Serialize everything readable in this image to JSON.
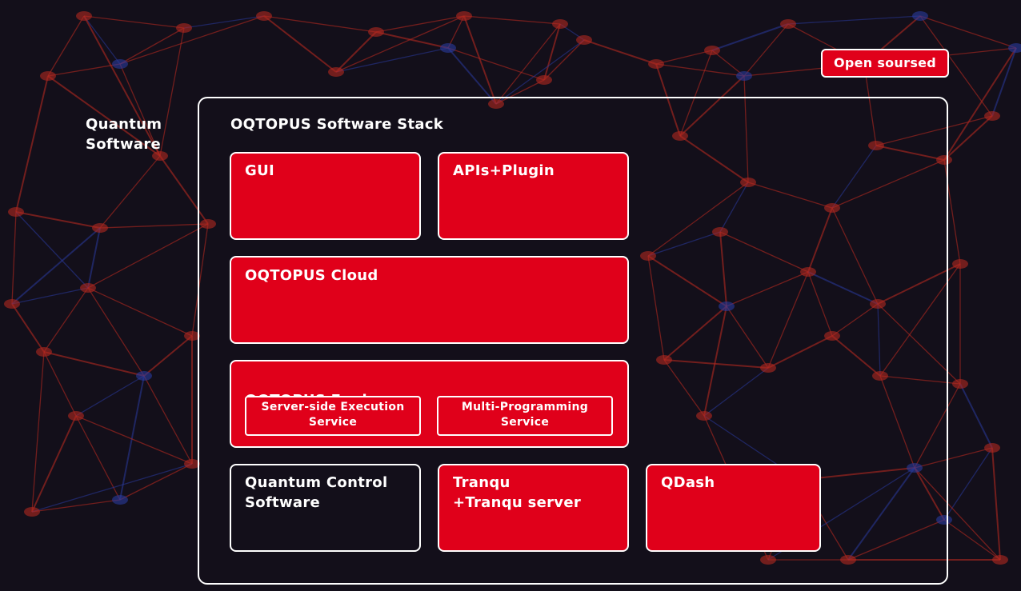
{
  "side_label": "Quantum\nSoftware",
  "badge": "Open soursed",
  "stack": {
    "title": "OQTOPUS Software Stack",
    "gui": "GUI",
    "apis": "APIs+Plugin",
    "cloud": "OQTOPUS Cloud",
    "engine": {
      "title": "OQTOPUS Engine",
      "server_side": "Server-side Execution\nService",
      "multi_programming": "Multi-Programming\nService"
    },
    "quantum_control": "Quantum Control\nSoftware",
    "tranqu": "Tranqu\n+Tranqu server",
    "qdash": "QDash"
  },
  "colors": {
    "background": "#130f1a",
    "accent_red": "#e0001a",
    "border": "#ffffff",
    "network_red": "#b3281f",
    "network_blue": "#2a3a9e"
  }
}
